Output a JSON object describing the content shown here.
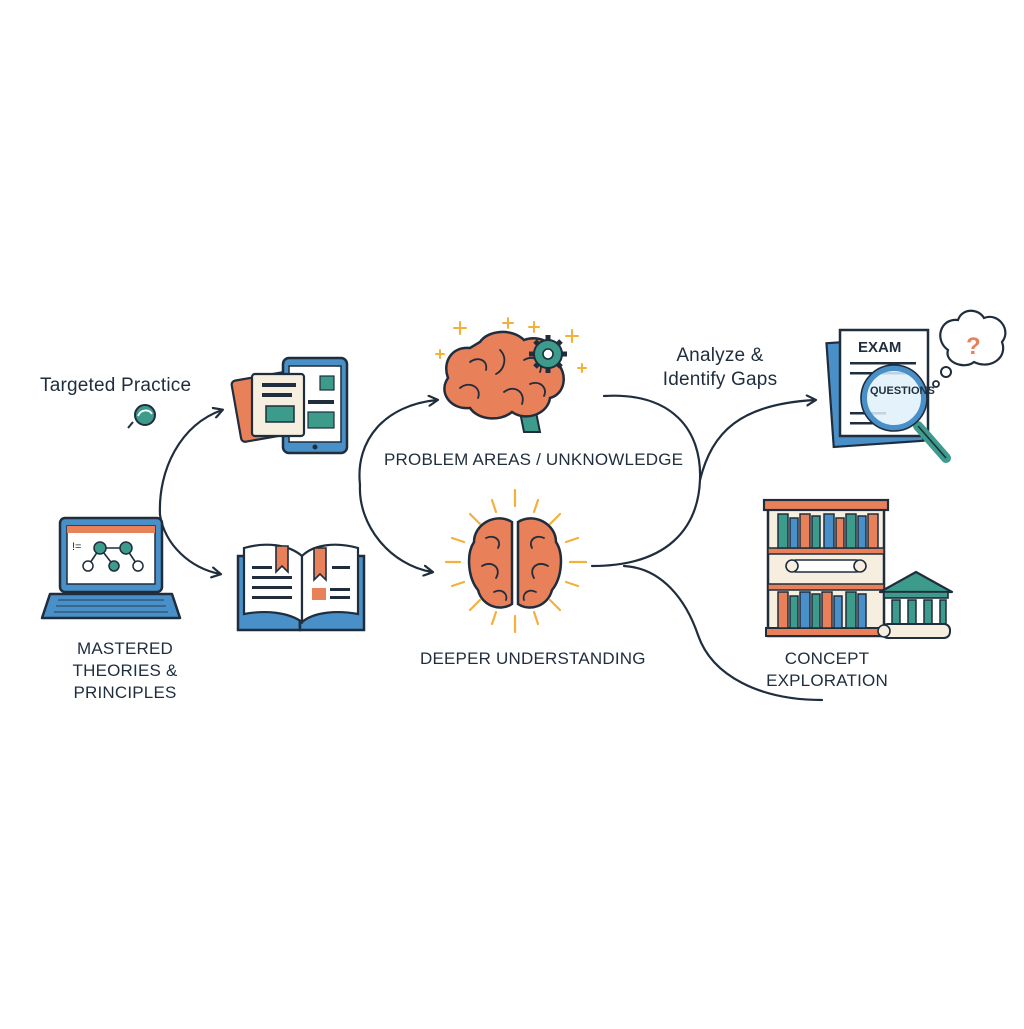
{
  "labels": {
    "targeted_practice": "Targeted Practice",
    "mastered_line1": "MASTERED",
    "mastered_line2": "THEORIES & PRINCIPLES",
    "problem_areas": "PROBLEM AREAS / UNKNOWLEDGE",
    "deeper_understanding": "DEEPER UNDERSTANDING",
    "analyze_line1": "Analyze &",
    "analyze_line2": "Identify Gaps",
    "concept_line1": "CONCEPT",
    "concept_line2": "EXPLORATION"
  },
  "exam_doc": {
    "title": "EXAM",
    "subtitle": "QUESTIONS"
  },
  "colors": {
    "ink": "#1f2d3d",
    "blue": "#4a90c8",
    "teal": "#3d9b8c",
    "orange": "#e8805a",
    "yellow": "#f3b13c",
    "cream": "#f6efe0"
  },
  "icons": [
    "laptop-network-icon",
    "tablet-flashcards-icon",
    "open-book-icon",
    "brain-gear-icon",
    "glowing-brain-icon",
    "exam-magnifier-icon",
    "question-bubble-icon",
    "bookshelf-icon",
    "museum-icon"
  ]
}
